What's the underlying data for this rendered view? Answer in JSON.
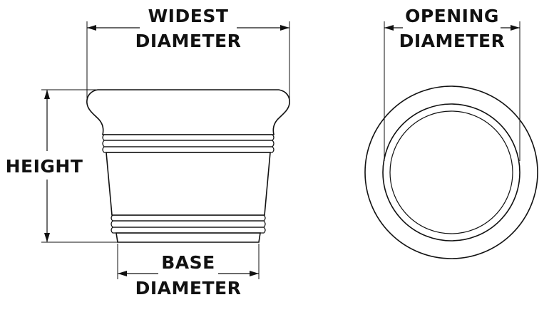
{
  "labels": {
    "widest_line1": "WIDEST",
    "widest_line2": "DIAMETER",
    "opening_line1": "OPENING",
    "opening_line2": "DIAMETER",
    "height": "HEIGHT",
    "base_line1": "BASE",
    "base_line2": "DIAMETER"
  },
  "colors": {
    "line": "#111111",
    "background": "#ffffff"
  }
}
